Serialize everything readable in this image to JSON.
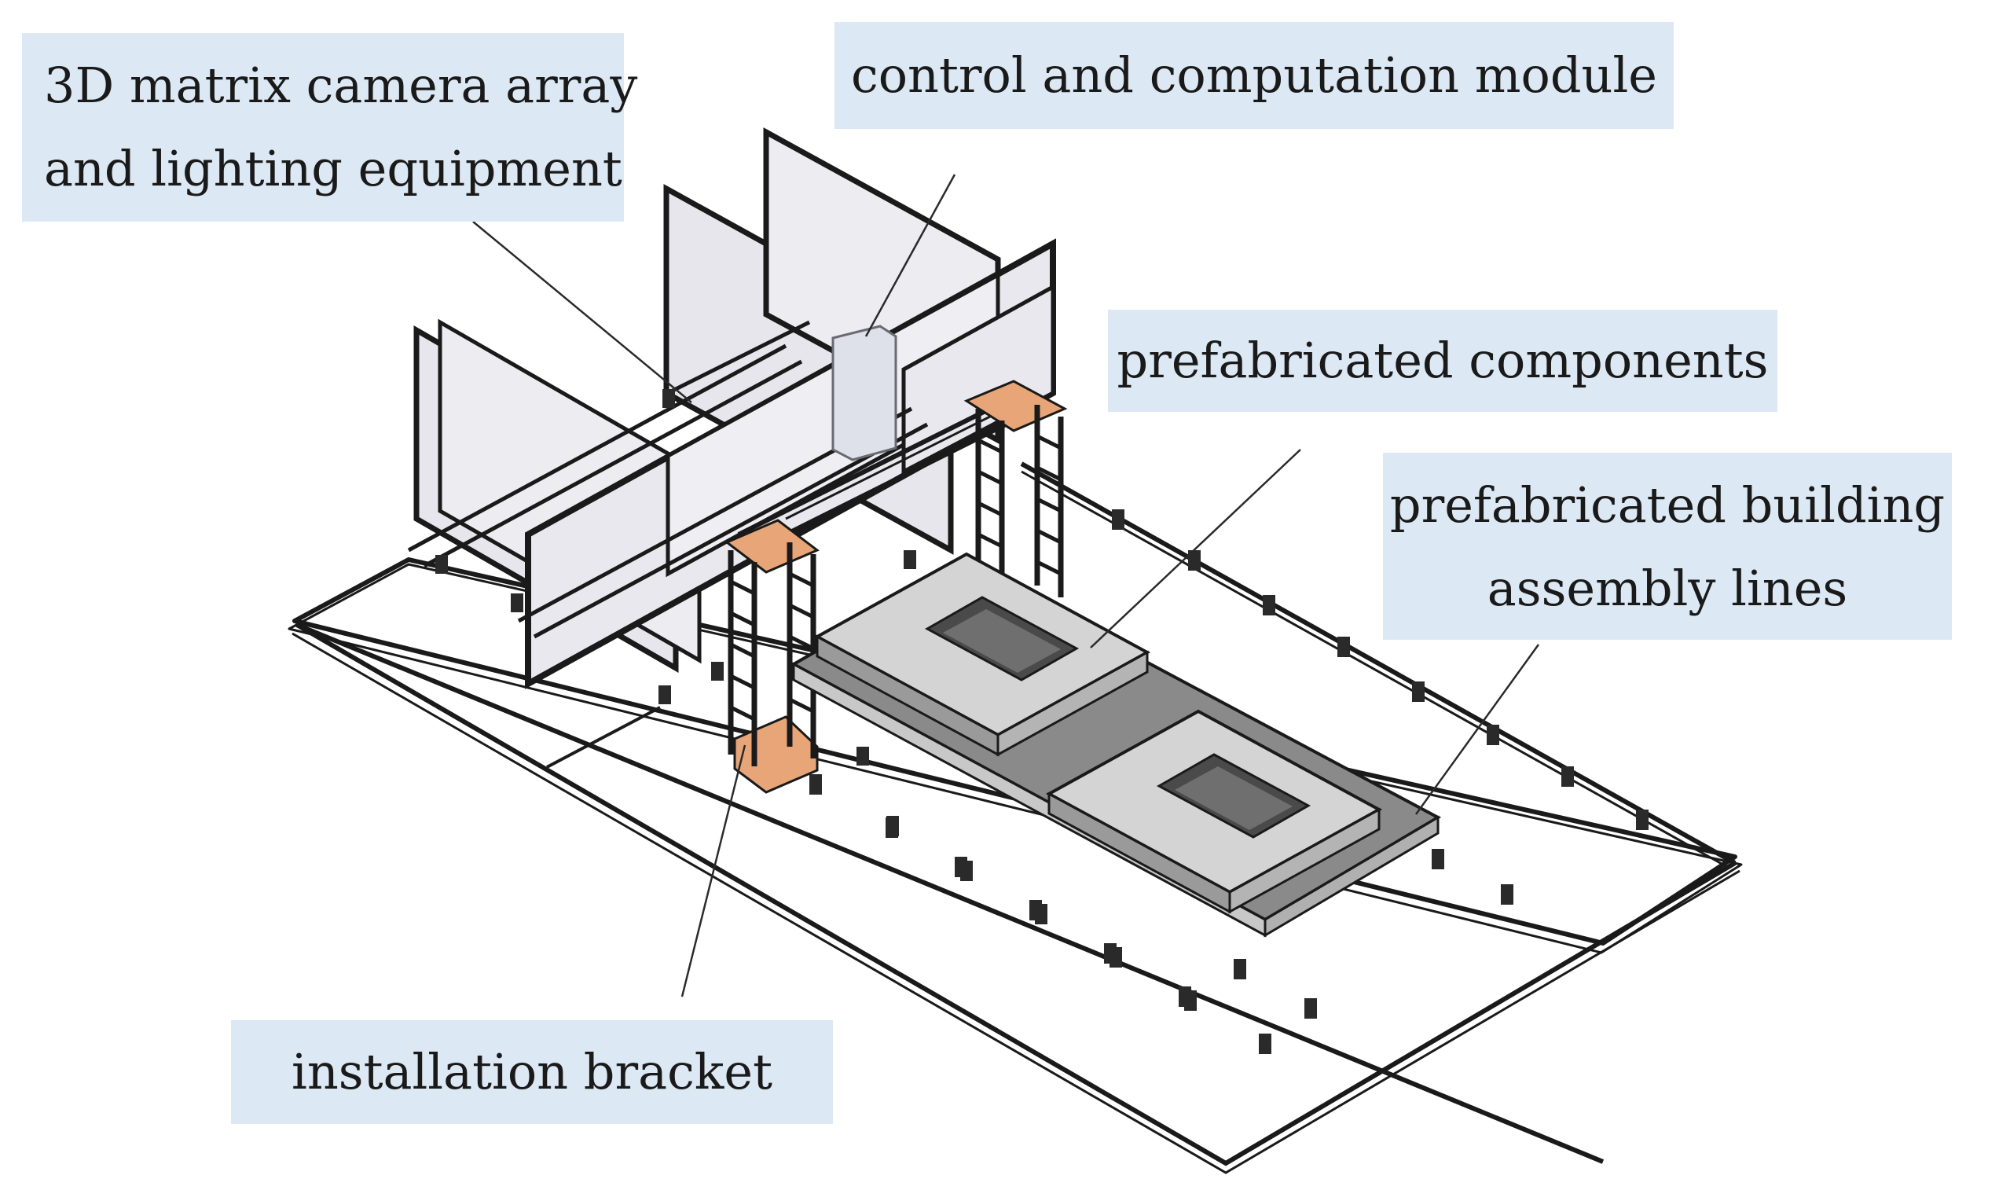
{
  "labels": {
    "camera_line1": "3D matrix camera array",
    "camera_line2": "and lighting equipment",
    "control": "control and computation module",
    "components": "prefabricated components",
    "assembly_line1": "prefabricated building",
    "assembly_line2": "assembly lines",
    "bracket": "installation bracket"
  },
  "colors": {
    "label_background": "#dce8f3",
    "bracket_plates": "#e8a678",
    "floor_outline": "#1a1a1a",
    "panel_fill": "#e4e4ea",
    "slab_fill": "#d4d4d4",
    "base_plate_fill": "#8a8a8a"
  }
}
